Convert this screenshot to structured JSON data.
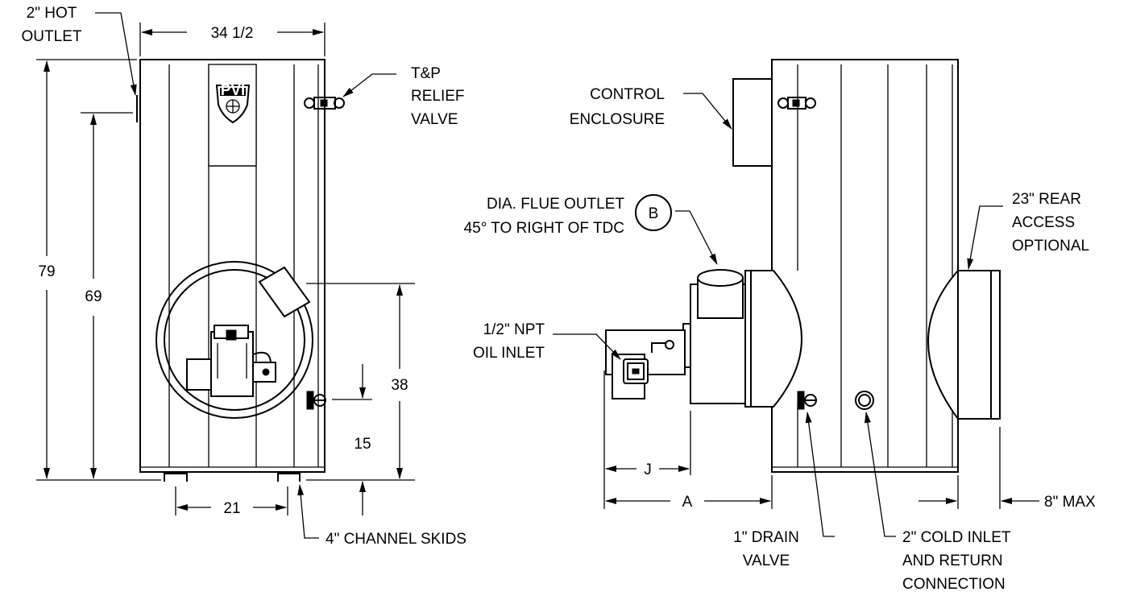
{
  "callouts": {
    "hot_outlet": [
      "2\" HOT",
      "OUTLET"
    ],
    "tp_relief": [
      "T&P",
      "RELIEF",
      "VALVE"
    ],
    "control_enclosure": [
      "CONTROL",
      "ENCLOSURE"
    ],
    "flue_outlet": [
      "DIA. FLUE OUTLET",
      "45° TO RIGHT OF TDC"
    ],
    "flue_symbol": "B",
    "oil_inlet": [
      "1/2\" NPT",
      "OIL INLET"
    ],
    "rear_access": [
      "23\" REAR",
      "ACCESS",
      "OPTIONAL"
    ],
    "channel_skids": "4\" CHANNEL SKIDS",
    "drain_valve": [
      "1\" DRAIN",
      "VALVE"
    ],
    "cold_inlet": [
      "2\" COLD INLET",
      "AND RETURN",
      "CONNECTION"
    ]
  },
  "dimensions": {
    "width": "34 1/2",
    "overall_height": "79",
    "outlet_height": "69",
    "burner_height": "38",
    "valve_height": "15",
    "skid_spacing": "21",
    "dim_j": "J",
    "dim_a": "A",
    "rear_clearance": "8\" MAX"
  },
  "logo": {
    "text": "PVI"
  }
}
